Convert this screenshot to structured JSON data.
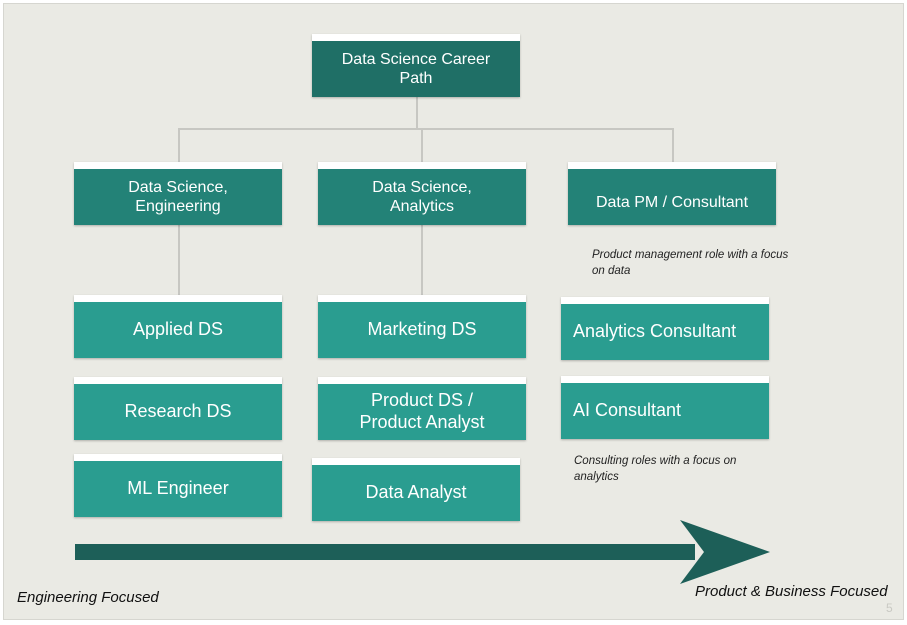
{
  "root": {
    "label": "Data Science Career\nPath"
  },
  "columns": [
    {
      "header": "Data Science,\nEngineering",
      "roles": [
        "Applied DS",
        "Research DS",
        "ML Engineer"
      ]
    },
    {
      "header": "Data Science,\nAnalytics",
      "roles": [
        "Marketing DS",
        "Product DS /\nProduct Analyst",
        "Data Analyst"
      ]
    },
    {
      "header": "Data PM / Consultant",
      "roles": [
        "Analytics Consultant",
        "AI Consultant"
      ]
    }
  ],
  "notes": {
    "pm": "Product management role with a focus\non data",
    "consulting": "Consulting roles with a focus on\nanalytics"
  },
  "axis": {
    "left_label": "Engineering Focused",
    "right_label": "Product & Business Focused"
  },
  "page_number": "5",
  "colors": {
    "dark": "#1f6f66",
    "mid": "#238277",
    "light": "#2a9d90",
    "arrow": "#1d5f58",
    "background": "#eaeae4"
  }
}
